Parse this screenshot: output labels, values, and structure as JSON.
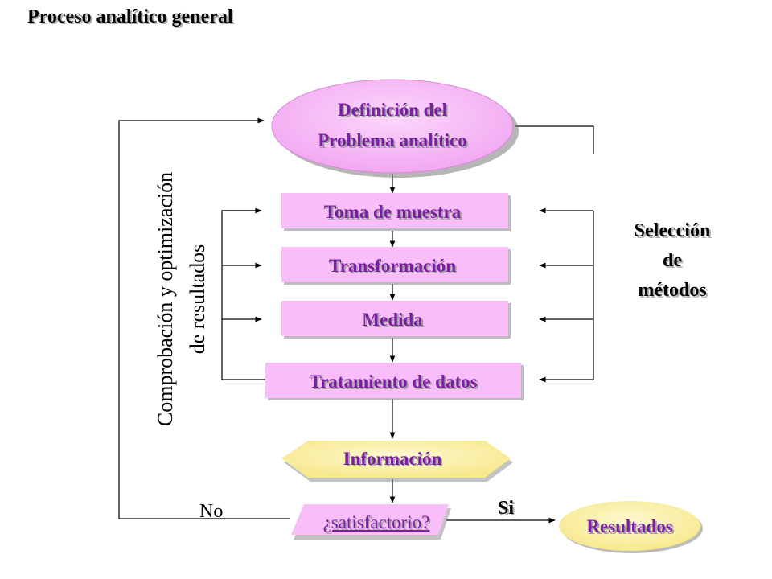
{
  "title": "Proceso analítico general",
  "nodes": {
    "definicion": {
      "line1": "Definición del",
      "line2": "Problema analítico"
    },
    "toma": "Toma de muestra",
    "transformacion": "Transformación",
    "medida": "Medida",
    "tratamiento": "Tratamiento de datos",
    "informacion": "Información",
    "satisfactorio": "¿satisfactorio?",
    "resultados": "Resultados"
  },
  "labels": {
    "comprobacion_line1": "Comprobación y optimización",
    "comprobacion_line2": "de resultados",
    "seleccion_line1": "Selección",
    "seleccion_line2": "de",
    "seleccion_line3": "métodos",
    "no": "No",
    "si": "Si"
  },
  "colors": {
    "title_color": "#000000",
    "node_text": "#7a1fa2",
    "oval_fill": "#f7b8f7",
    "box_fill": "#f9bdf9",
    "yellow_fill": "#fbf2b0",
    "line": "#000000"
  }
}
